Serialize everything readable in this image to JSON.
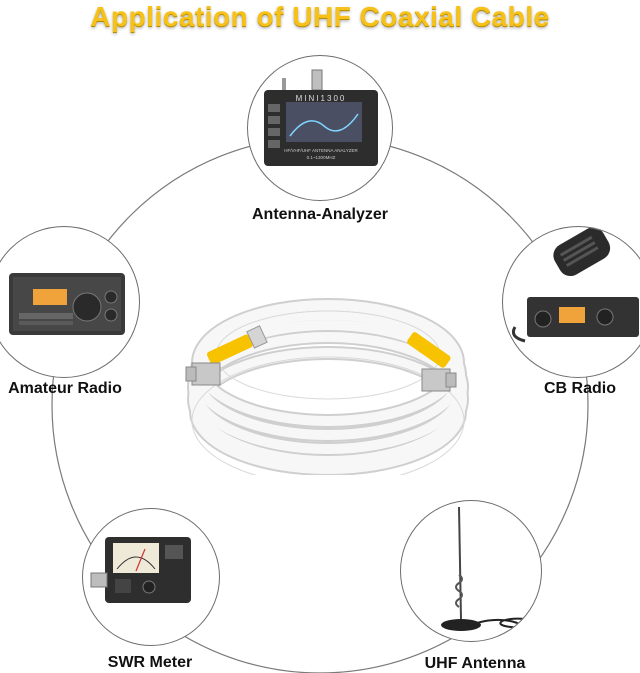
{
  "title": "Application of UHF Coaxial Cable",
  "colors": {
    "title": "#f6c21a",
    "cable": "#f4f4f4",
    "connector_sleeve": "#f7c200",
    "circle_line": "#6d6d6d"
  },
  "devices": [
    {
      "label": "Antenna-Analyzer",
      "icon": "antenna-analyzer-icon",
      "screen_text": "MINI1300",
      "panel_text": "HF/VHF/UHF ANTENNA ANALYZER",
      "range_text": "0.1~1300MHZ"
    },
    {
      "label": "Amateur Radio",
      "icon": "amateur-radio-icon"
    },
    {
      "label": "CB Radio",
      "icon": "cb-radio-icon"
    },
    {
      "label": "SWR Meter",
      "icon": "swr-meter-icon"
    },
    {
      "label": "UHF Antenna",
      "icon": "uhf-antenna-icon"
    }
  ],
  "cable": {
    "icon": "coaxial-cable-coil-icon"
  }
}
